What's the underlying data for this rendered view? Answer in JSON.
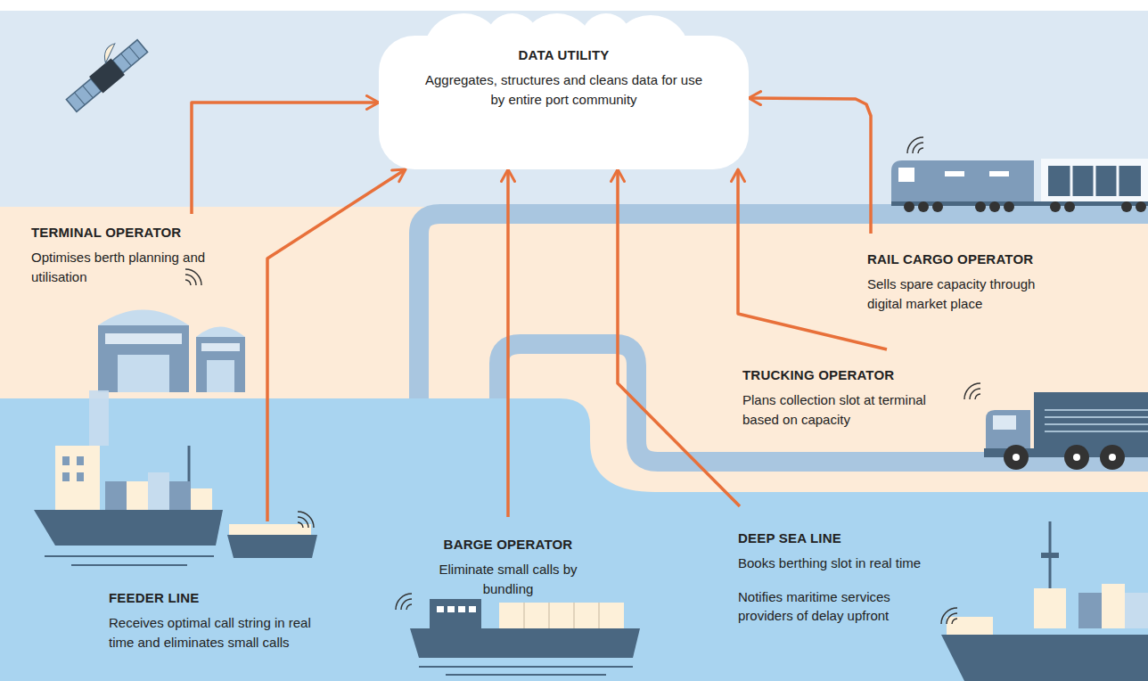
{
  "diagram": {
    "nodes": [
      {
        "text": [
          "DATA UTILITY",
          "Aggregates, structures and cleans data for use by entire port community"
        ]
      },
      {
        "text": [
          "TERMINAL OPERATOR",
          "Optimises berth planning and utilisation"
        ]
      },
      {
        "text": [
          "RAIL CARGO OPERATOR",
          "Sells spare capacity through digital market place"
        ]
      },
      {
        "text": [
          "TRUCKING OPERATOR",
          "Plans collection slot at terminal based on capacity"
        ]
      },
      {
        "text": [
          "BARGE OPERATOR",
          "Eliminate small calls by bundling"
        ]
      },
      {
        "text": [
          "DEEP SEA LINE",
          "Books berthing slot in real time",
          "Notifies maritime services providers of delay upfront"
        ]
      },
      {
        "text": [
          "FEEDER LINE",
          "Receives optimal call string in real time and eliminates small calls"
        ]
      }
    ],
    "edges": [
      {
        "from": 1,
        "to": 0,
        "arrow": "to"
      },
      {
        "from": 2,
        "to": 0,
        "arrow": "to"
      },
      {
        "from": 3,
        "to": 0,
        "arrow": "to"
      },
      {
        "from": 4,
        "to": 0,
        "arrow": "to"
      },
      {
        "from": 5,
        "to": 0,
        "arrow": "to"
      },
      {
        "from": 6,
        "to": 0,
        "arrow": "to"
      }
    ]
  }
}
